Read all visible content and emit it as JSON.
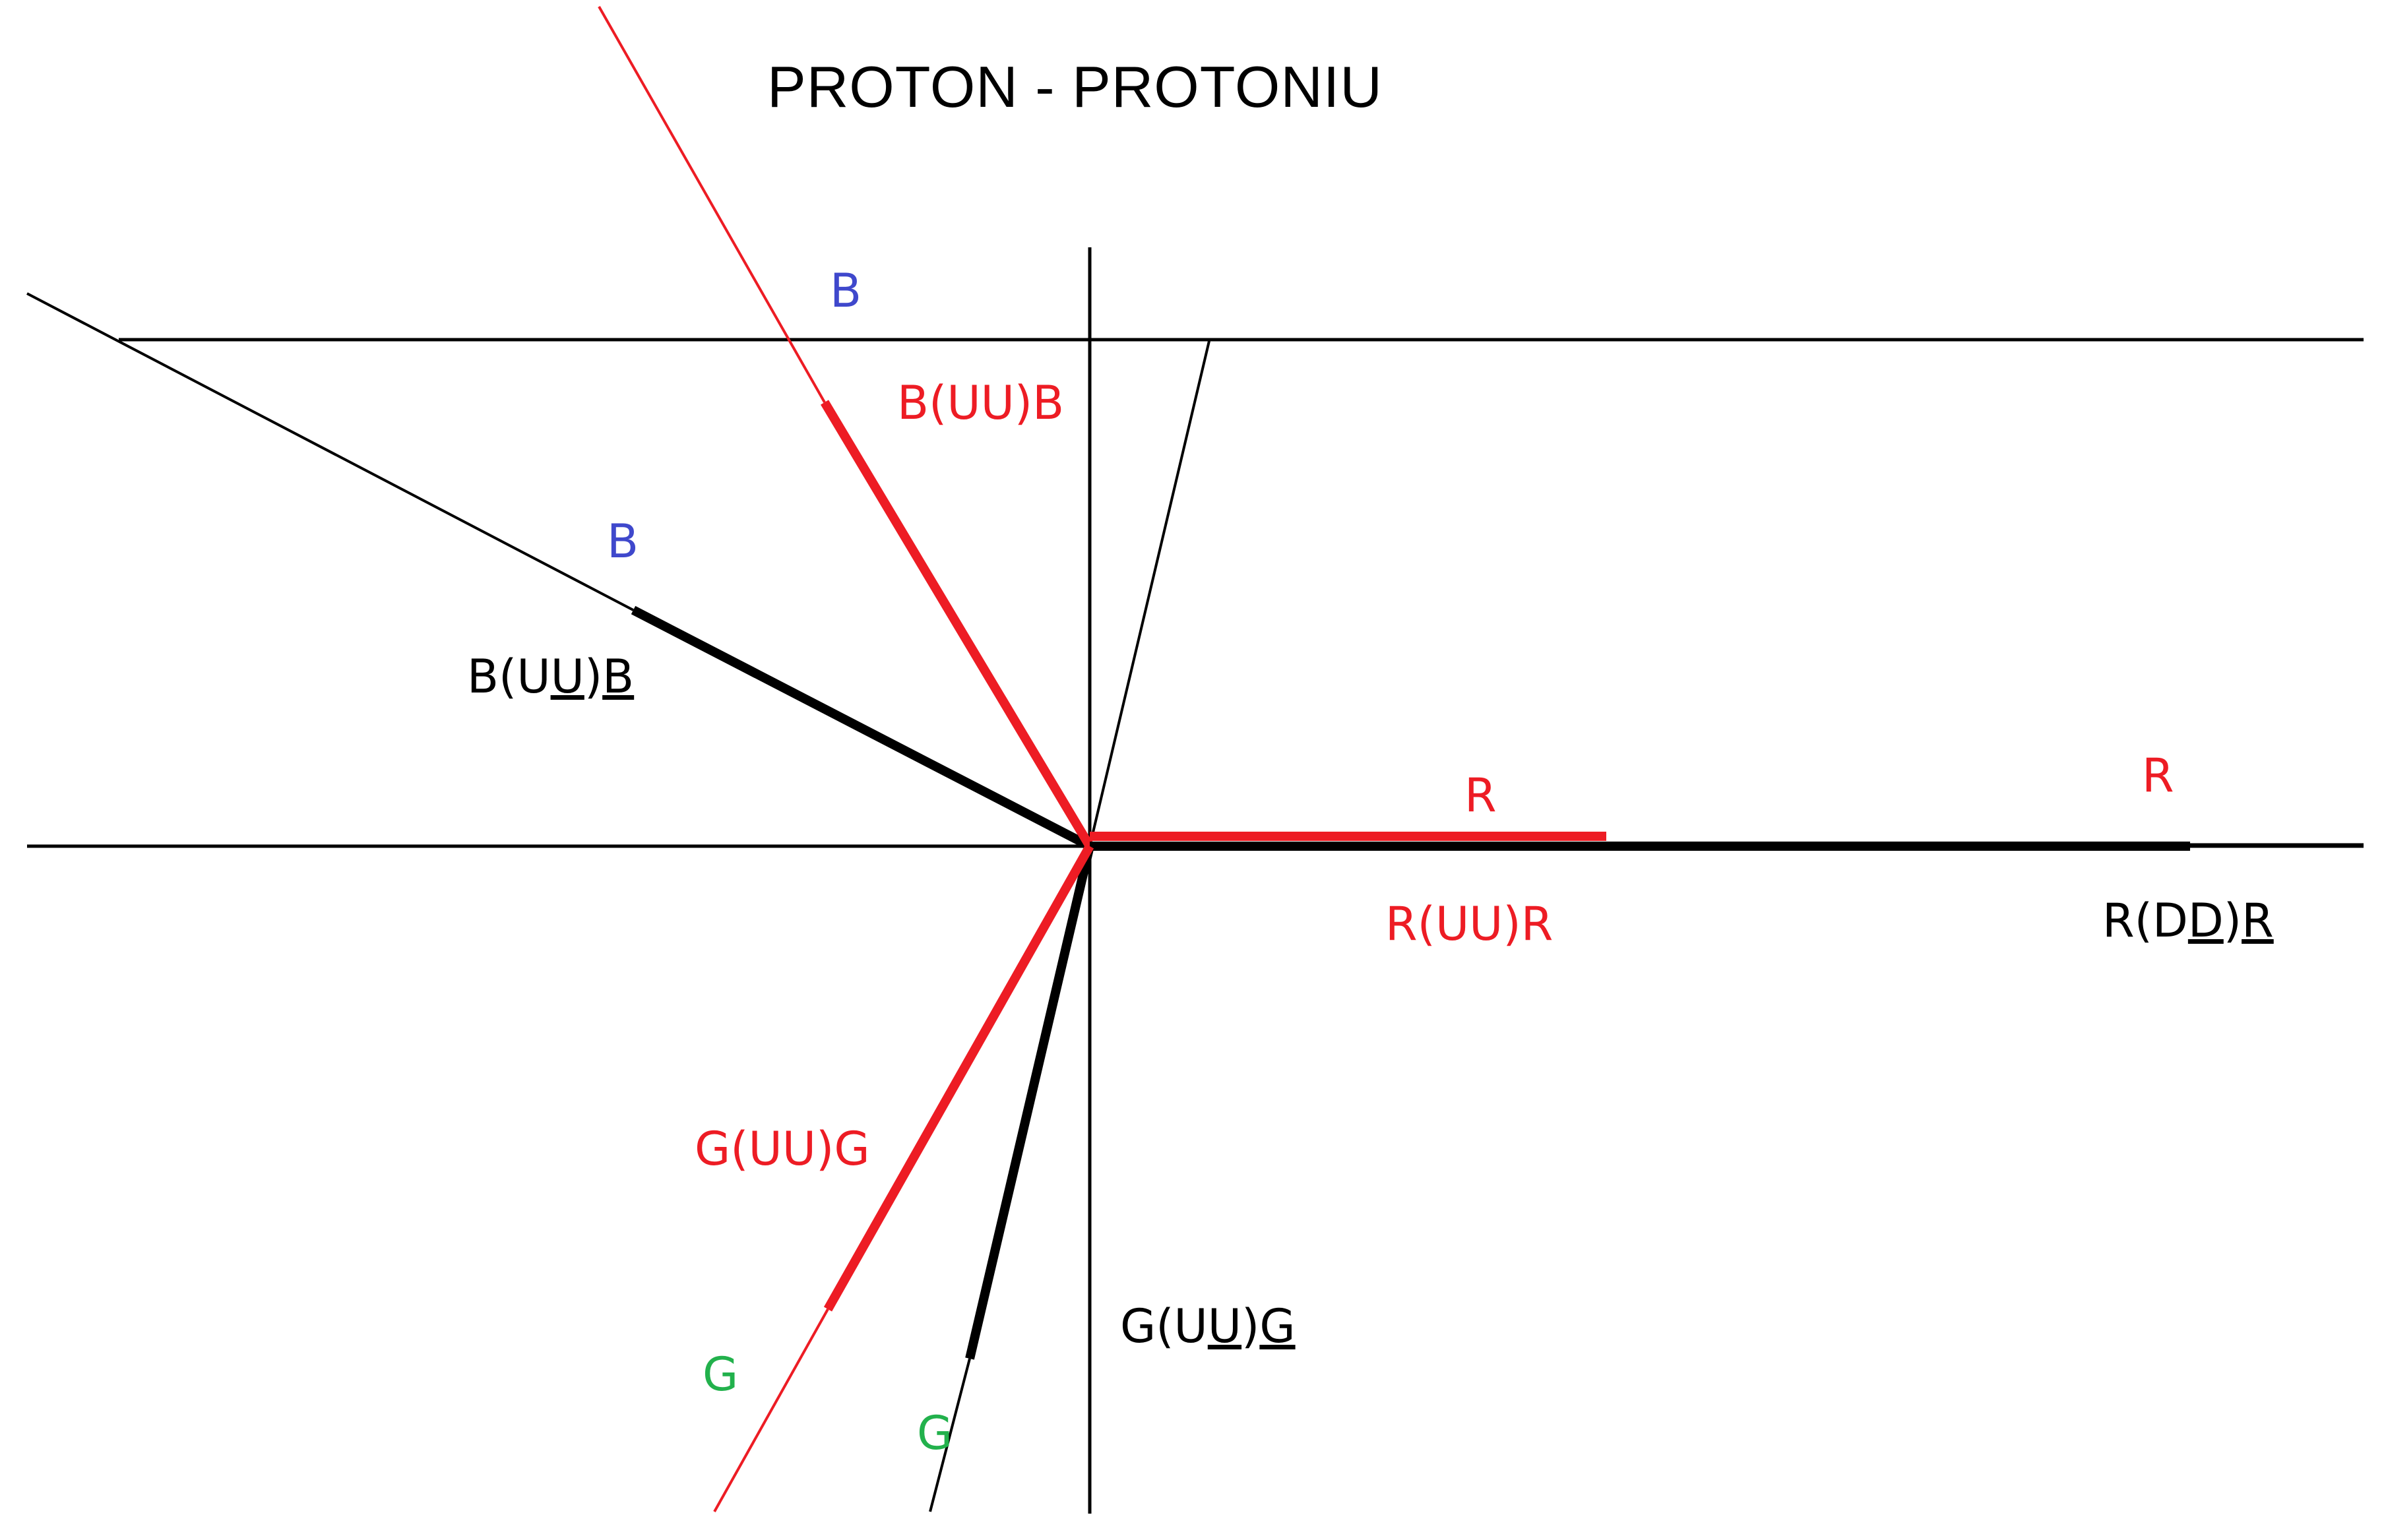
{
  "title": "PROTON - PROTONIU",
  "colors": {
    "red": "#ed1c24",
    "black": "#000000",
    "blue": "#3f48cc",
    "green": "#22b14c"
  },
  "labels": {
    "blue_top": "B",
    "red_upper": "B(UU)B",
    "blue_left": "B",
    "black_upper_left": {
      "pre": "B(U",
      "u1": "U",
      "mid": ")",
      "u2": "B"
    },
    "red_right_top": "R",
    "red_right": "R(UU)R",
    "red_far_right_top": "R",
    "black_far_right": {
      "pre": "R(D",
      "u1": "D",
      "mid": ")",
      "u2": "R"
    },
    "red_lower": "G(UU)G",
    "black_lower": {
      "pre": "G(U",
      "u1": "U",
      "mid": ")",
      "u2": "G"
    },
    "green_left": "G",
    "green_right": "G"
  }
}
